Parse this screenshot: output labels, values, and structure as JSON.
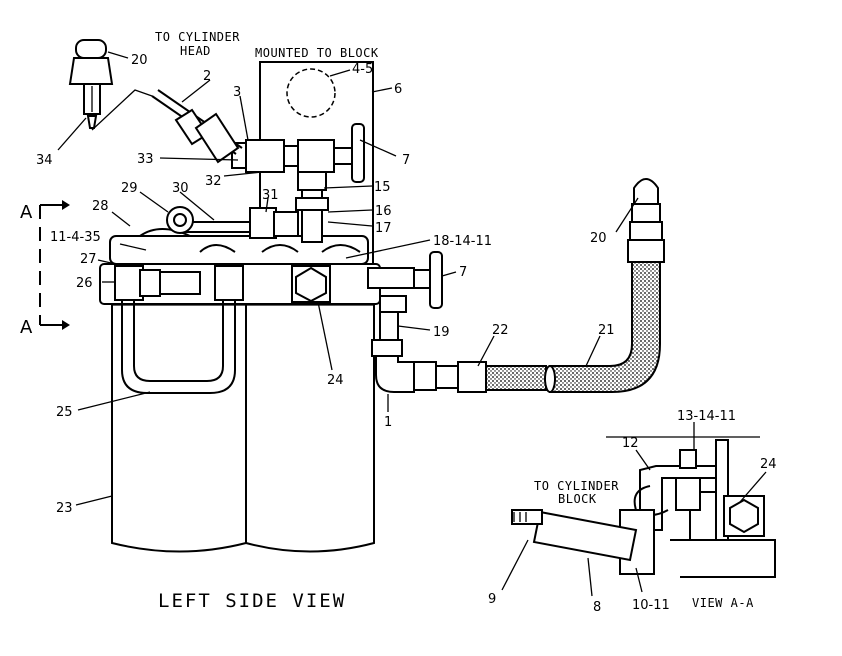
{
  "diagram": {
    "view_title": "LEFT SIDE VIEW",
    "notes": {
      "to_cylinder_head_line1": "TO CYLINDER",
      "to_cylinder_head_line2": "HEAD",
      "mounted_to_block": "MOUNTED TO BLOCK",
      "to_cylinder_block_line1": "TO CYLINDER",
      "to_cylinder_block_line2": "BLOCK",
      "view_aa": "VIEW A-A"
    },
    "section_marks": {
      "top": "A",
      "bottom": "A"
    },
    "callouts": {
      "c20_top": "20",
      "c2": "2",
      "c4_5": "4-5",
      "c6": "6",
      "c3": "3",
      "c34": "34",
      "c7_top": "7",
      "c33": "33",
      "c32": "32",
      "c15": "15",
      "c29": "29",
      "c30": "30",
      "c31": "31",
      "c28": "28",
      "c16": "16",
      "c17": "17",
      "c11_4_35": "11-4-35",
      "c18_14_11": "18-14-11",
      "c27": "27",
      "c26": "26",
      "c7_mid": "7",
      "c20_right": "20",
      "c19": "19",
      "c22": "22",
      "c21": "21",
      "c24_main": "24",
      "c25": "25",
      "c1": "1",
      "c13_14_11": "13-14-11",
      "c12": "12",
      "c24_view": "24",
      "c23": "23",
      "c9": "9",
      "c8": "8",
      "c10_11": "10-11"
    }
  }
}
